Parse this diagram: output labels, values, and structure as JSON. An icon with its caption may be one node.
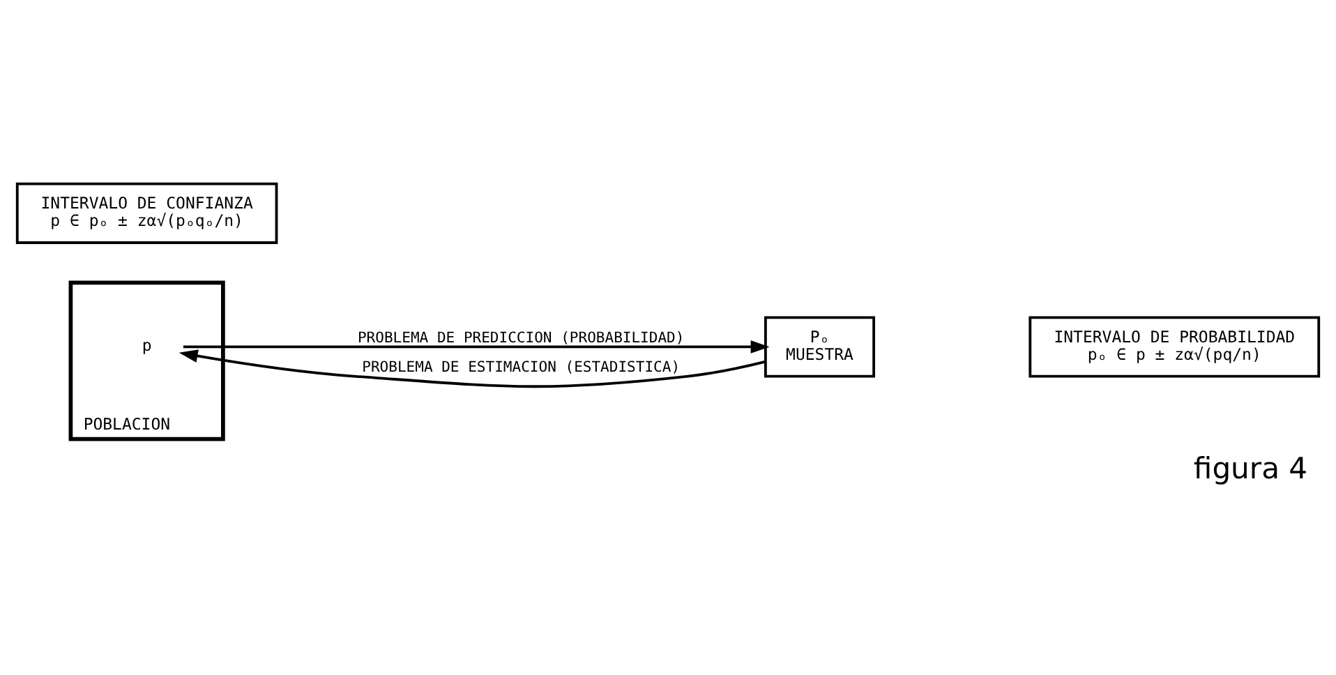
{
  "diagram": {
    "caption": "figura 4",
    "nodes": [
      {
        "text": [
          "POBLACION"
        ]
      },
      {
        "text": [
          "p"
        ],
        "in": 0
      },
      {
        "text": [
          "Pₒ",
          "MUESTRA"
        ]
      },
      {
        "text": [
          "INTERVALO DE PROBABILIDAD",
          "pₒ ∈ p ± zα√(pq/n)"
        ]
      },
      {
        "text": [
          "INTERVALO DE CONFIANZA",
          "p ∈ pₒ ± zα√(pₒqₒ/n)"
        ]
      }
    ],
    "edges": [
      {
        "from": 1,
        "to": 2,
        "arrow": "to",
        "label": "PROBLEMA DE PREDICCION (PROBABILIDAD)"
      },
      {
        "from": 2,
        "to": 1,
        "arrow": "to",
        "label": "PROBLEMA DE ESTIMACION (ESTADISTICA)"
      }
    ]
  }
}
